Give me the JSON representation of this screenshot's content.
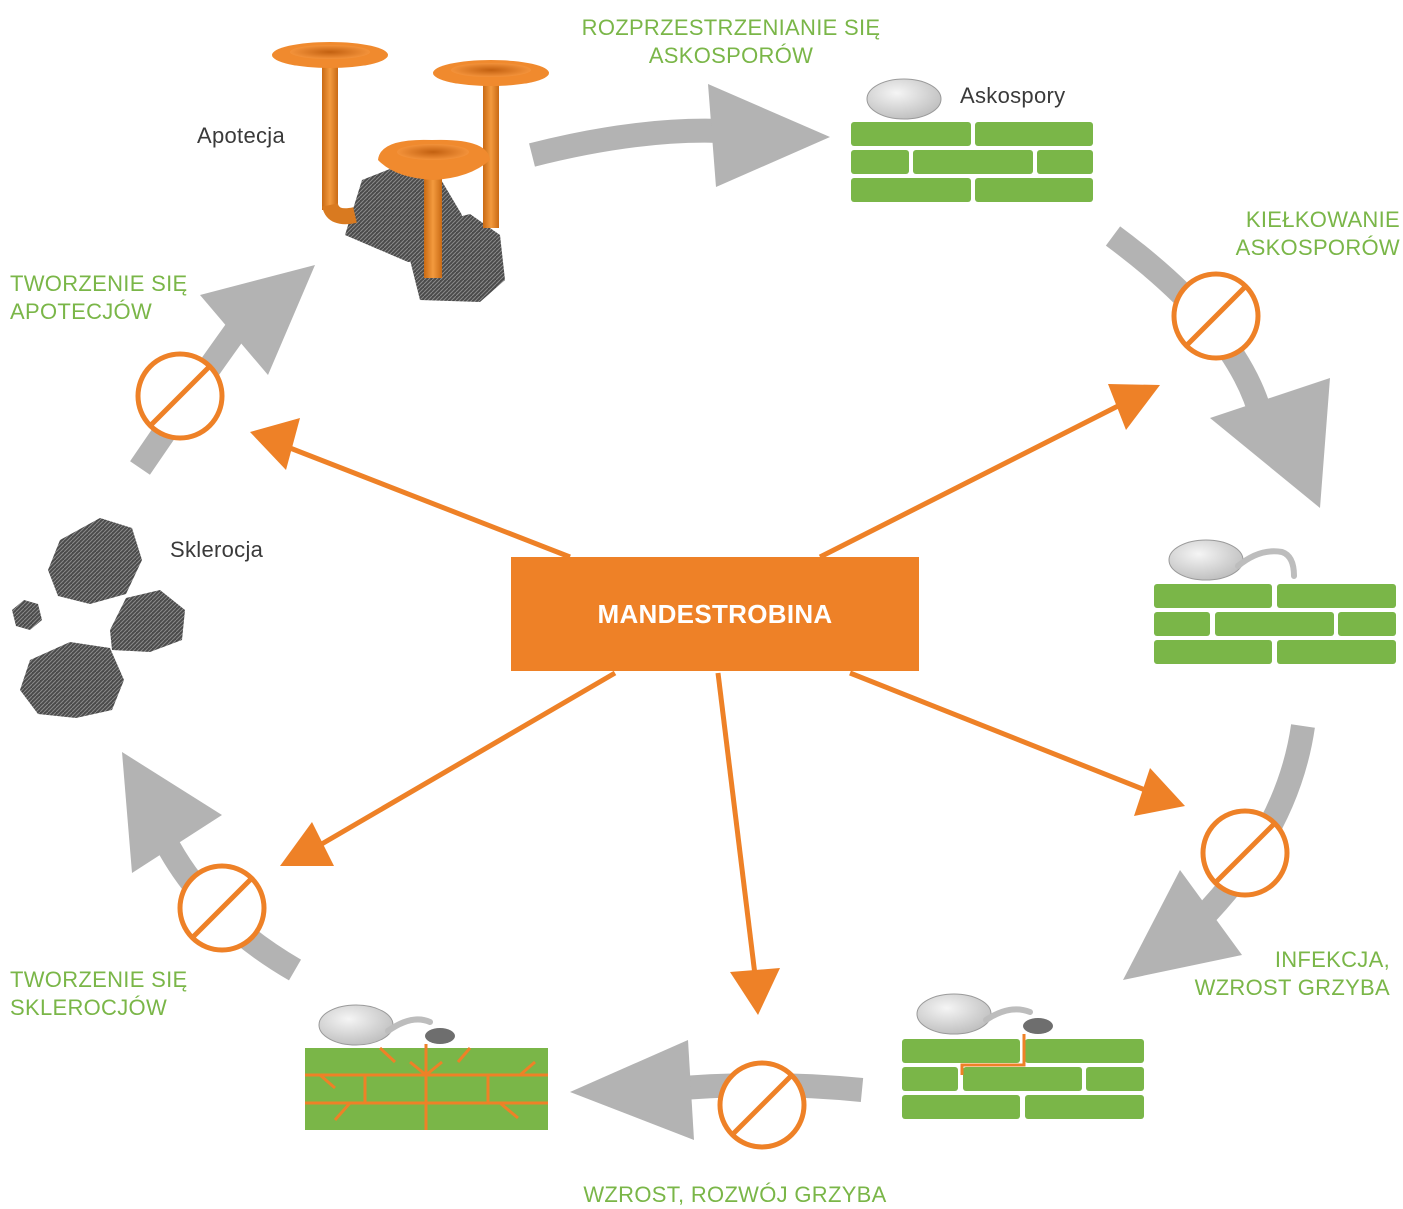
{
  "center": {
    "label": "MANDESTROBINA"
  },
  "stages": {
    "ascospore_spread": {
      "line1": "ROZPRZESTRZENIANIE SIĘ",
      "line2": "ASKOSPORÓW"
    },
    "ascospore_germination": {
      "line1": "KIEŁKOWANIE",
      "line2": "ASKOSPORÓW"
    },
    "infection": {
      "line1": "INFEKCJA,",
      "line2": "WZROST GRZYBA"
    },
    "fungal_growth": {
      "line1": "WZROST, ROZWÓJ GRZYBA"
    },
    "sclerotia_formation": {
      "line1": "TWORZENIE SIĘ",
      "line2": "SKLEROCJÓW"
    },
    "apothecia_formation": {
      "line1": "TWORZENIE SIĘ",
      "line2": "APOTECJÓW"
    }
  },
  "objects": {
    "apothecia": "Apotecja",
    "ascospores": "Askospory",
    "sclerotia": "Sklerocja"
  },
  "colors": {
    "stage_text": "#7ab648",
    "accent_orange": "#ee8127",
    "cycle_arrow": "#b3b3b3",
    "leaf_tissue": "#7ab648",
    "sclerotium": "#4a4a4a"
  },
  "icons": [
    "no-entry-icon",
    "mushroom-icon",
    "spore-icon",
    "leaf-cell-icon",
    "sclerotium-icon"
  ]
}
